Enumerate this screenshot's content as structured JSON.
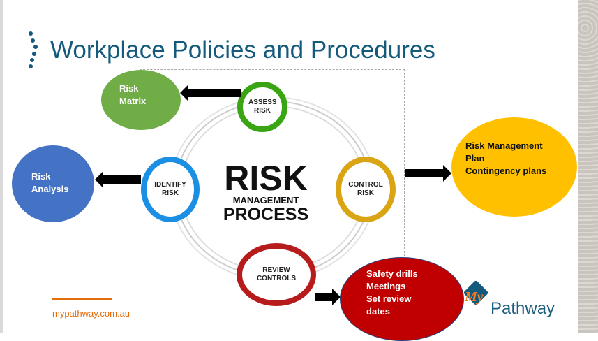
{
  "slide": {
    "title": "Workplace Policies and Procedures",
    "diagram": {
      "center": {
        "line1": "RISK",
        "line2": "MANAGEMENT",
        "line3": "PROCESS"
      },
      "steps": [
        "ASSESS RISK",
        "IDENTIFY RISK",
        "CONTROL RISK",
        "REVIEW CONTROLS"
      ]
    },
    "callouts": {
      "risk_matrix": [
        "Risk",
        "Matrix"
      ],
      "risk_analysis": [
        "Risk",
        "Analysis"
      ],
      "control": [
        "Risk Management",
        "Plan",
        "Contingency plans"
      ],
      "review": [
        "Safety drills",
        "Meetings",
        "Set review",
        "dates"
      ]
    },
    "footer": {
      "url": "mypathway.com.au",
      "logo_letters": "My",
      "logo_text": "Pathway"
    },
    "colors": {
      "title": "#135a7c",
      "green": "#70ad47",
      "blue": "#4472c4",
      "yellow": "#ffc000",
      "red": "#c00000",
      "orange": "#e46c0a"
    }
  }
}
